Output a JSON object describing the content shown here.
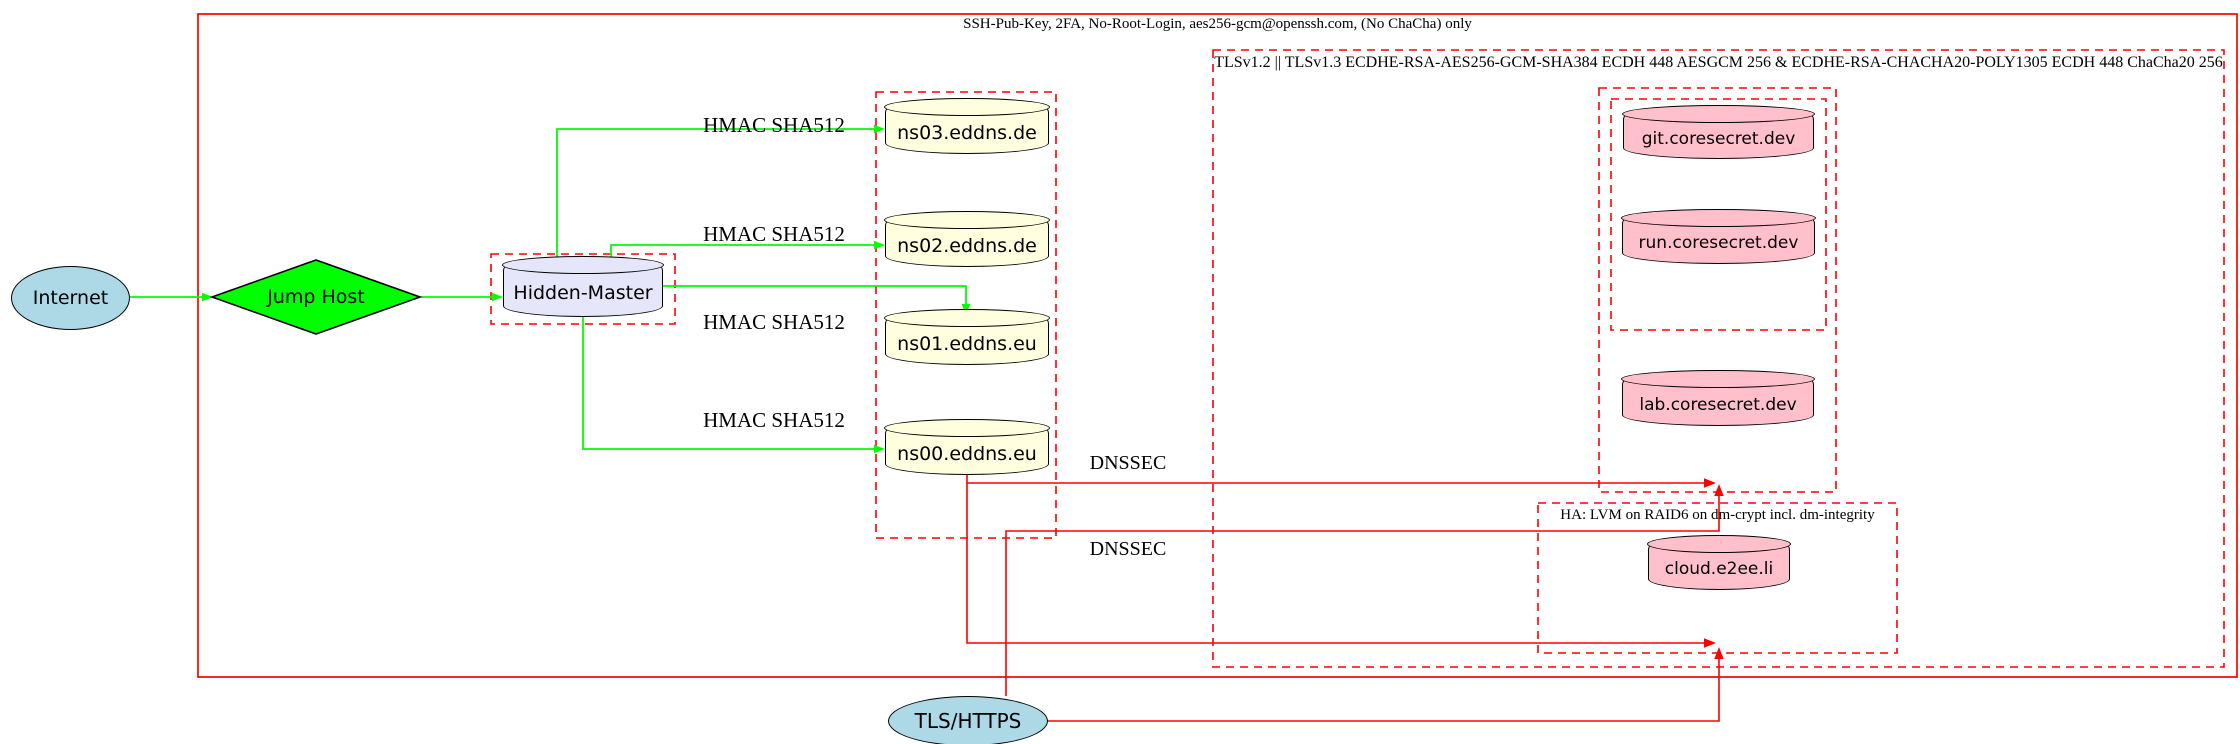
{
  "clusters": {
    "ssh": {
      "label": "SSH-Pub-Key, 2FA, No-Root-Login, aes256-gcm@openssh.com, (No ChaCha) only"
    },
    "tls": {
      "label": "TLSv1.2 || TLSv1.3 ECDHE-RSA-AES256-GCM-SHA384 ECDH 448 AESGCM 256 & ECDHE-RSA-CHACHA20-POLY1305 ECDH 448 ChaCha20 256"
    },
    "ha": {
      "label": "HA: LVM on RAID6 on dm-crypt incl. dm-integrity"
    }
  },
  "nodes": {
    "internet": {
      "label": "Internet"
    },
    "jump_host": {
      "label": "Jump Host"
    },
    "hidden_master": {
      "label": "Hidden-Master"
    },
    "ns03": {
      "label": "ns03.eddns.de"
    },
    "ns02": {
      "label": "ns02.eddns.de"
    },
    "ns01": {
      "label": "ns01.eddns.eu"
    },
    "ns00": {
      "label": "ns00.eddns.eu"
    },
    "git": {
      "label": "git.coresecret.dev"
    },
    "run": {
      "label": "run.coresecret.dev"
    },
    "lab": {
      "label": "lab.coresecret.dev"
    },
    "cloud": {
      "label": "cloud.e2ee.li"
    },
    "tls_https": {
      "label": "TLS/HTTPS"
    }
  },
  "edges": {
    "hmac_label": "HMAC SHA512",
    "dnssec_label": "DNSSEC"
  },
  "colors": {
    "secure_edge_green": "#00ff00",
    "boundary_red": "#ff0000",
    "internet_fill": "#add8e6",
    "jump_host_fill": "#00ff00",
    "hidden_master_fill": "#e6e6fa",
    "nameserver_fill": "#ffffe0",
    "service_fill": "#ffc0cb"
  }
}
